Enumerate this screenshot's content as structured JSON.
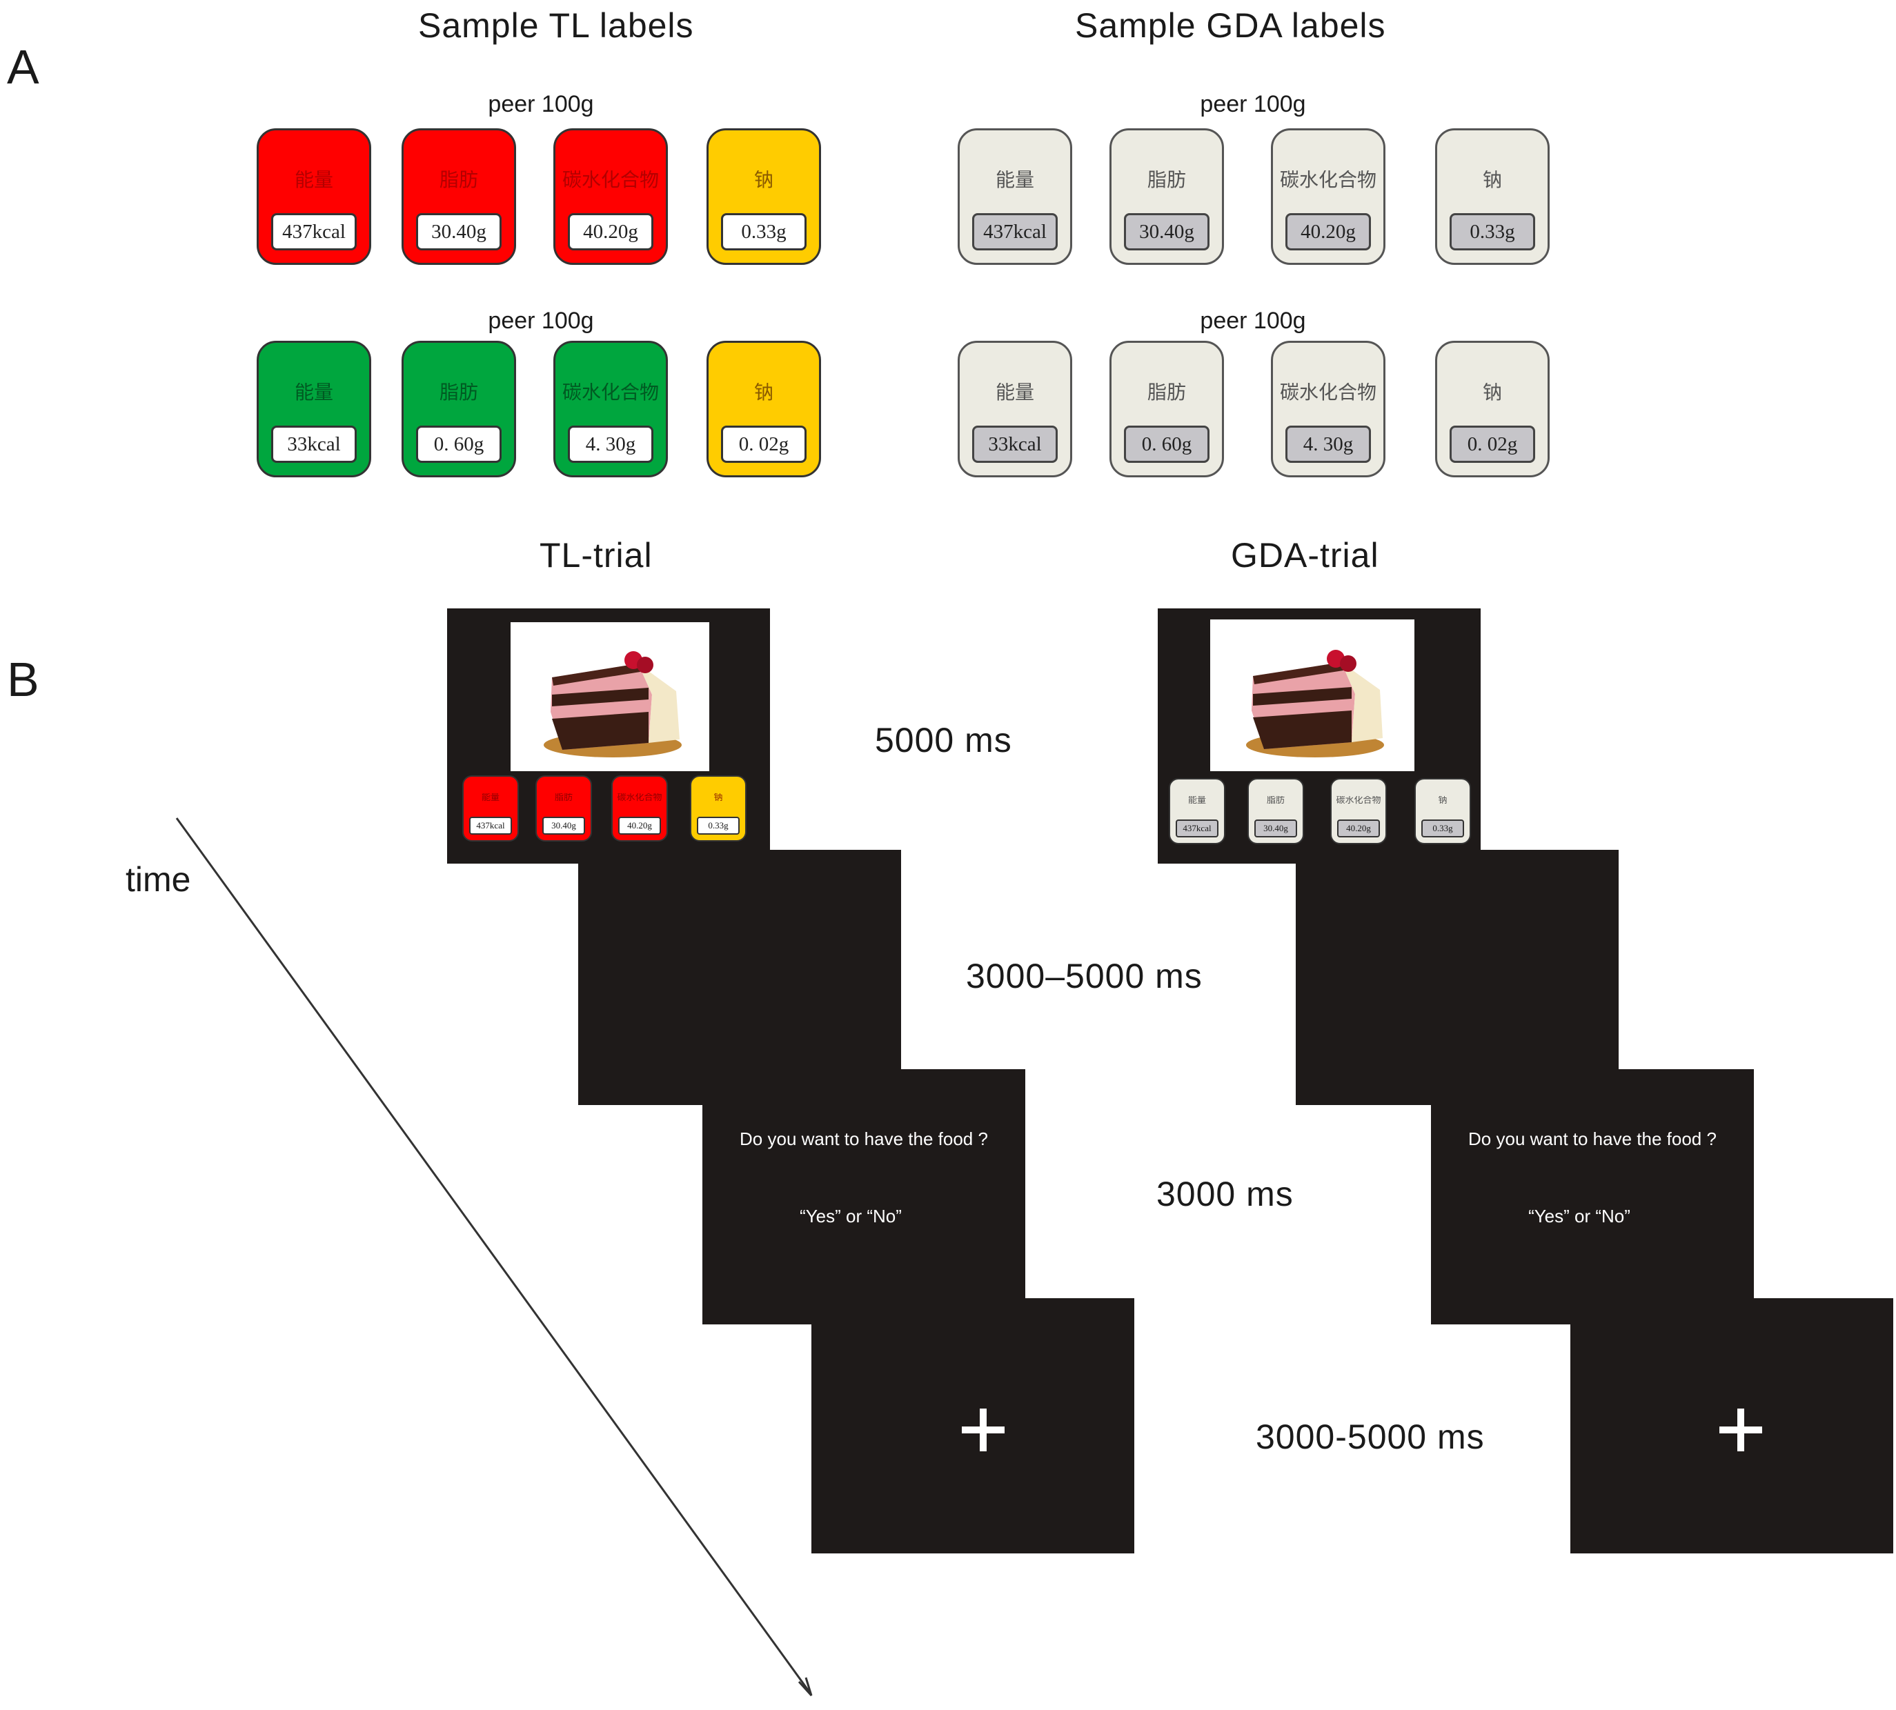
{
  "panels": {
    "a": "A",
    "b": "B"
  },
  "headings": {
    "tl_labels": "Sample TL labels",
    "gda_labels": "Sample GDA labels",
    "tl_trial": "TL-trial",
    "gda_trial": "GDA-trial"
  },
  "peer_text": "peer 100g",
  "nutrients": [
    "能量",
    "脂肪",
    "碳水化合物",
    "钠"
  ],
  "rows": [
    {
      "values": [
        "437kcal",
        "30.40g",
        "40.20g",
        "0.33g"
      ],
      "tl_levels": [
        "red",
        "red",
        "red",
        "amber"
      ]
    },
    {
      "values": [
        "33kcal",
        "0. 60g",
        "4. 30g",
        "0. 02g"
      ],
      "tl_levels": [
        "green",
        "green",
        "green",
        "amber"
      ]
    }
  ],
  "colors": {
    "tl_red": "#ff0000",
    "tl_amber": "#ffcc00",
    "tl_green": "#00a63e",
    "gda_card": "#ecebe2",
    "gda_value": "#c6c5c9",
    "screen": "#1e1a19"
  },
  "trial": {
    "question": "Do you want to have the food ?",
    "answer": "“Yes” or “No”",
    "fixation": "+",
    "timings": [
      "5000  ms",
      "3000–5000 ms",
      "3000 ms",
      "3000-5000 ms"
    ],
    "time_axis_label": "time"
  }
}
